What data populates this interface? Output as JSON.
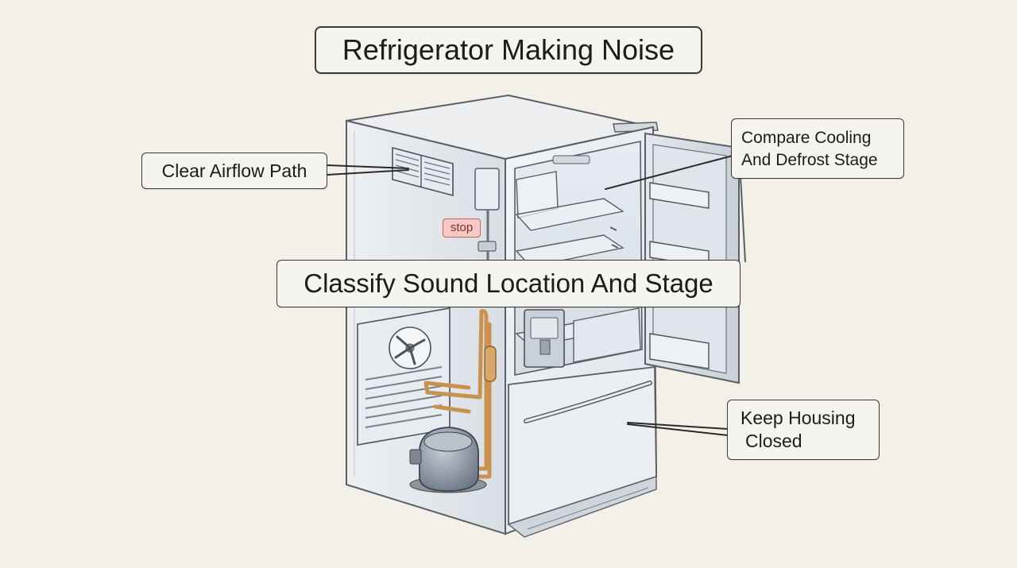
{
  "title": "Refrigerator Making Noise",
  "labels": {
    "airflow": "Clear Airflow Path",
    "compare_line1": "Compare Cooling",
    "compare_line2": "And Defrost Stage",
    "classify": "Classify Sound Location And Stage",
    "housing_line1": "Keep Housing",
    "housing_line2": "Closed",
    "stop": "stop"
  },
  "colors": {
    "background": "#f3f0e8",
    "outline": "#3a3a3a",
    "copper_pipe": "#c9924f",
    "stop_tag_fill": "#f6c9c6",
    "cabinet_fill": "#e9ecef",
    "interior_fill": "#dde4ec"
  }
}
